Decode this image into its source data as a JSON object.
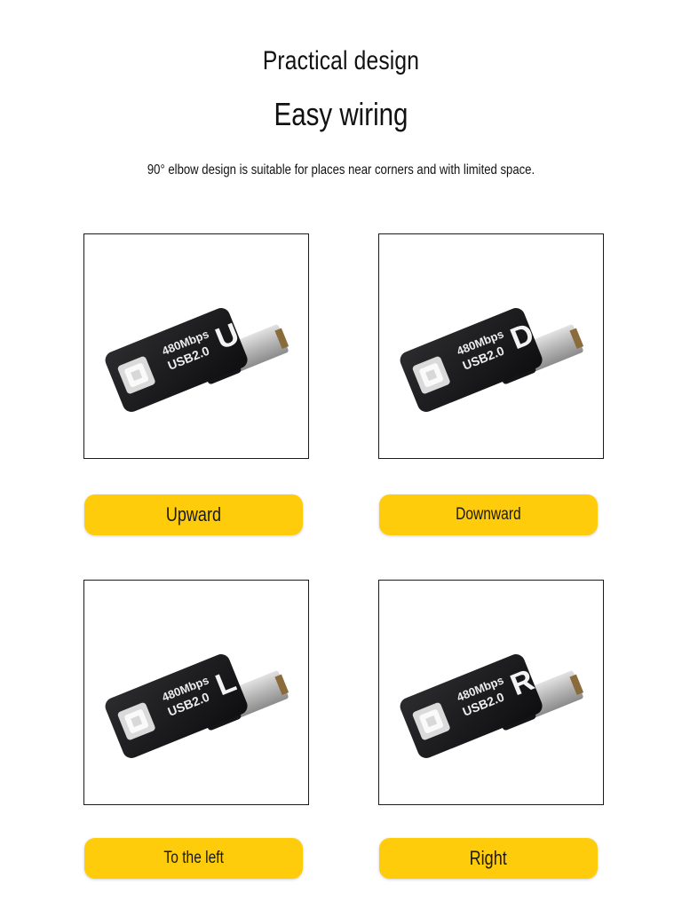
{
  "heading": {
    "line1": "Practical design",
    "line2": "Easy wiring",
    "description": "90° elbow design is suitable for places near corners and with limited space."
  },
  "products": [
    {
      "direction_label": "Upward",
      "letter": "U",
      "brand_text": "USB2.0",
      "speed_text": "480Mbps"
    },
    {
      "direction_label": "Downward",
      "letter": "D",
      "brand_text": "USB2.0",
      "speed_text": "480Mbps"
    },
    {
      "direction_label": "To the left",
      "letter": "L",
      "brand_text": "USB2.0",
      "speed_text": "480Mbps"
    },
    {
      "direction_label": "Right",
      "letter": "R",
      "brand_text": "USB2.0",
      "speed_text": "480Mbps"
    }
  ],
  "colors": {
    "accent": "#fecc0a",
    "adapter_body": "#1d1d1f",
    "metal": "#b9b9b9"
  }
}
